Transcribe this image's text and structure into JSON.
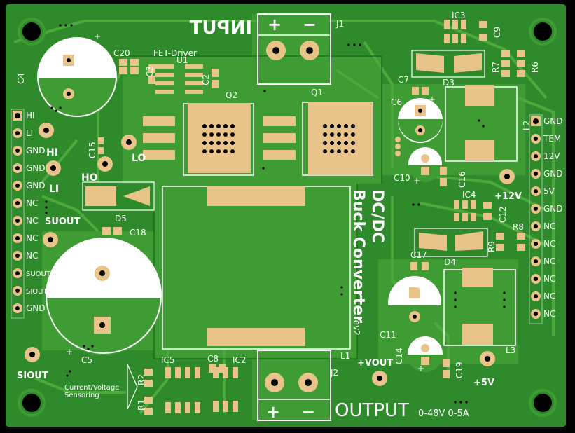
{
  "board": {
    "title_line1": "DC/DC",
    "title_line2": "Buck Converter",
    "revision": "rev2",
    "input_label": "INPUT",
    "output_label": "OUTPUT",
    "output_spec": "0-48V 0-5A",
    "fet_driver": "FET-Driver",
    "sensing_line1": "Current/Voltage",
    "sensing_line2": "Sensoring"
  },
  "colors": {
    "board": "#2e8a2a",
    "copper": "#3f9c34",
    "trace": "#4caa3d",
    "pad": "#e8c38a",
    "silk": "#ffffff"
  },
  "terminals": {
    "in_plus": "+",
    "in_minus": "−",
    "out_plus": "+",
    "out_minus": "−"
  },
  "refs": {
    "J1": "J1",
    "J2": "J2",
    "Q1": "Q1",
    "Q2": "Q2",
    "U1": "U1",
    "IC2": "IC2",
    "IC3": "IC3",
    "IC4": "IC4",
    "IC5": "IC5",
    "C2": "C2",
    "C3": "C3",
    "C4": "C4",
    "C5": "C5",
    "C6": "C6",
    "C7": "C7",
    "C8": "C8",
    "C9": "C9",
    "C10": "C10",
    "C11": "C11",
    "C12": "C12",
    "C14": "C14",
    "C15": "C15",
    "C16": "C16",
    "C17": "C17",
    "C18": "C18",
    "C19": "C19",
    "C20": "C20",
    "D3": "D3",
    "D4": "D4",
    "D5": "D5",
    "L1": "L1",
    "L2": "L2",
    "L3": "L3",
    "R1": "R1",
    "R2": "R2",
    "R6": "R6",
    "R7": "R7",
    "R8": "R8",
    "R9": "R9"
  },
  "testpoints": {
    "HI": "HI",
    "LI": "LI",
    "LO": "LO",
    "HO": "HO",
    "SUOUT": "SUOUT",
    "SIOUT": "SIOUT",
    "VOUT": "+VOUT",
    "P12V": "+12V",
    "P5V": "+5V"
  },
  "left_header": [
    "HI",
    "LI",
    "GND",
    "GND",
    "GND",
    "NC",
    "NC",
    "NC",
    "NC",
    "SUOUT",
    "SIOUT",
    "GND"
  ],
  "right_header": [
    "GND",
    "TEM",
    "12V",
    "GND",
    "5V",
    "GND",
    "NC",
    "NC",
    "NC",
    "NC",
    "NC",
    "NC"
  ]
}
